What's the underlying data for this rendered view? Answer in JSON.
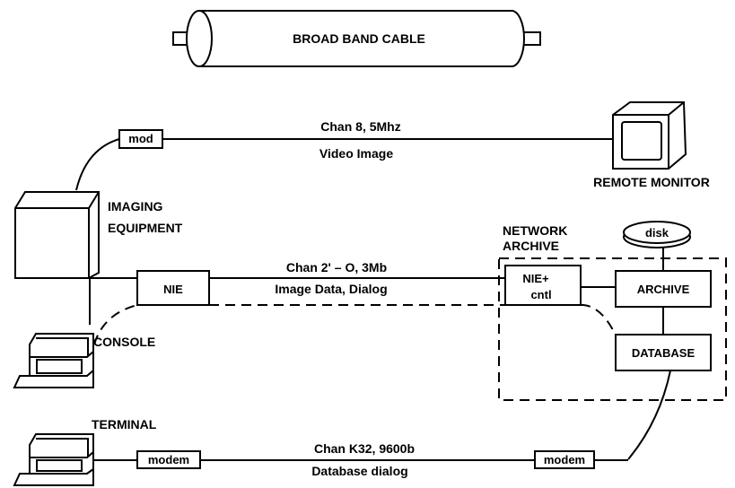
{
  "cable": {
    "label": "BROAD BAND CABLE"
  },
  "devices": {
    "remote_monitor": "REMOTE MONITOR",
    "imaging_equipment_line1": "IMAGING",
    "imaging_equipment_line2": "EQUIPMENT",
    "console": "CONSOLE",
    "terminal": "TERMINAL"
  },
  "boxes": {
    "mod": "mod",
    "nie": "NIE",
    "nie_cntl_line1": "NIE+",
    "nie_cntl_line2": "cntl",
    "archive": "ARCHIVE",
    "database": "DATABASE",
    "disk": "disk",
    "modem_left": "modem",
    "modem_right": "modem"
  },
  "network_archive": {
    "line1": "NETWORK",
    "line2": "ARCHIVE"
  },
  "channels": {
    "video": {
      "channel": "Chan 8, 5Mhz",
      "description": "Video Image"
    },
    "image": {
      "channel": "Chan 2' – O, 3Mb",
      "description": "Image Data, Dialog"
    },
    "database": {
      "channel": "Chan K32, 9600b",
      "description": "Database dialog"
    }
  }
}
